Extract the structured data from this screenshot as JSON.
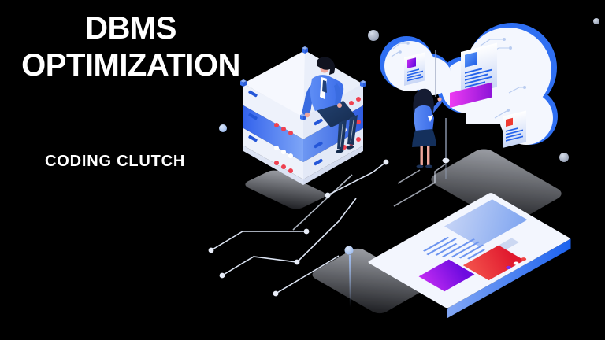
{
  "header": {
    "title_line1": "DBMS",
    "title_line2": "OPTIMIZATION",
    "brand": "CODING CLUTCH"
  },
  "palette": {
    "background": "#000000",
    "text": "#ffffff",
    "accent_blue": "#3a72f0",
    "cloud_blue": "#2f6ff2",
    "cloud_white": "#f4f7fe",
    "cube_light": "#eef2fb",
    "cube_light_right": "#e3e9f7",
    "cube_top": "#f6f8fe",
    "band_blue_start": "#3463ec",
    "band_blue_end": "#7ea6f7",
    "slot_blue": "#2456d8",
    "led_red": "#ef4150",
    "led_white": "#ffffff",
    "hatch_blue": "#2563eb",
    "magenta_start": "#ee3cf2",
    "magenta_end": "#8d13d8",
    "purple_start": "#c32cf2",
    "purple_end": "#6e0be0",
    "red_start": "#f4554d",
    "red_end": "#e0192e",
    "trace": "#dbe3f2",
    "platform_light": "#a7aab1",
    "platform_dark": "#1c1d21",
    "skin": "#efa79c",
    "hair": "#151c33",
    "navy": "#1c3866",
    "shirt_blue": "#4a80f2"
  },
  "illustration": {
    "icons": [
      "database-server-stack-icon",
      "cloud-storage-icon",
      "document-card-icon",
      "sitting-developer-figure",
      "standing-woman-figure",
      "circuit-trace-lines",
      "isometric-tablet-icon",
      "pin-node-icon"
    ]
  }
}
